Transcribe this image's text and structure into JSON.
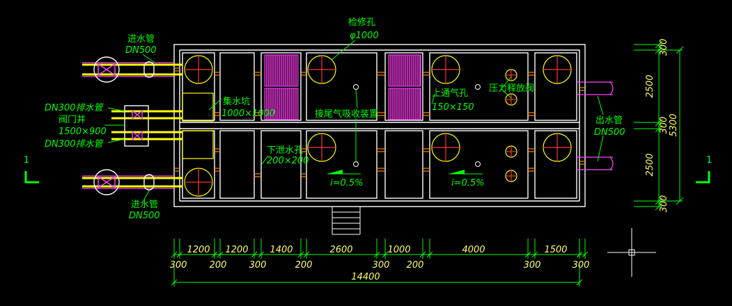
{
  "labels": {
    "inlet_pipe_top": "进水管",
    "inlet_pipe_top_size": "DN500",
    "inspection_hole": "检修孔",
    "inspection_hole_size": "φ1000",
    "drain_pipe_top": "DN300排水管",
    "valve_well": "阀门井",
    "valve_well_size": "1500×900",
    "drain_pipe_bottom": "DN300排水管",
    "sump": "集水坑",
    "sump_size": "1000×1000",
    "tail_gas_device": "接尾气吸收装置",
    "upper_vent": "上通气孔",
    "upper_vent_size": "150×150",
    "pressure_valve": "压力释放阀",
    "outlet_pipe": "出水管",
    "outlet_pipe_size": "DN500",
    "lower_hole": "下泄水孔",
    "lower_hole_size": "200×200",
    "slope_left": "i=0.5%",
    "slope_right": "i=0.5%",
    "inlet_pipe_bottom": "进水管",
    "inlet_pipe_bottom_size": "DN500",
    "section_mark_left": "1",
    "section_mark_right": "1"
  },
  "dimensions": {
    "upper_row": [
      "1200",
      "1200",
      "1400",
      "2600",
      "1000",
      "4000",
      "1500"
    ],
    "lower_row": [
      "300",
      "200",
      "300",
      "200",
      "300",
      "200",
      "300",
      "300"
    ],
    "total": "14400",
    "vertical": [
      "300",
      "2500",
      "300",
      "2500",
      "300"
    ],
    "vertical_total": "5300"
  },
  "colors": {
    "background": "#000000",
    "walls": "#ffffff",
    "equipment": "#ffff00",
    "text": "#00ff00",
    "pipes": "#ffff00",
    "hatch": "#ff44ff",
    "crosshair": "#ff3333"
  }
}
